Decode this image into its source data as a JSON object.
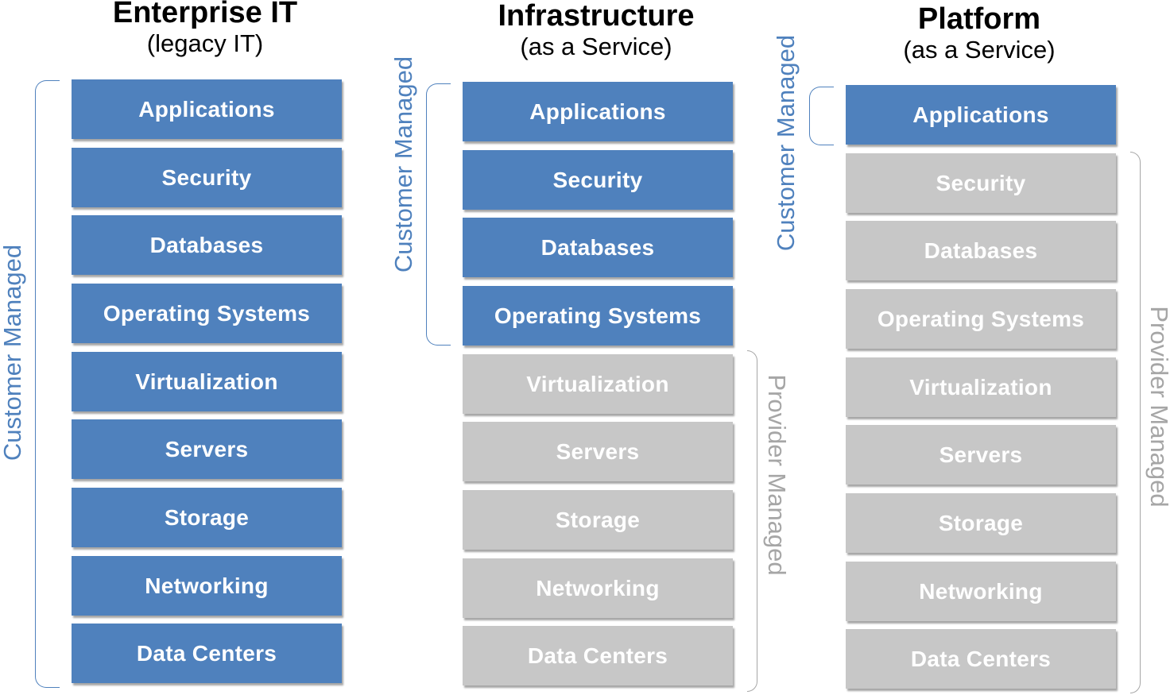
{
  "columns": [
    {
      "title": "Enterprise IT",
      "subtitle": "(legacy IT)",
      "customer_label": "Customer Managed",
      "provider_label": "",
      "layers": [
        {
          "label": "Applications",
          "managed_by": "customer"
        },
        {
          "label": "Security",
          "managed_by": "customer"
        },
        {
          "label": "Databases",
          "managed_by": "customer"
        },
        {
          "label": "Operating Systems",
          "managed_by": "customer"
        },
        {
          "label": "Virtualization",
          "managed_by": "customer"
        },
        {
          "label": "Servers",
          "managed_by": "customer"
        },
        {
          "label": "Storage",
          "managed_by": "customer"
        },
        {
          "label": "Networking",
          "managed_by": "customer"
        },
        {
          "label": "Data Centers",
          "managed_by": "customer"
        }
      ]
    },
    {
      "title": "Infrastructure",
      "subtitle": "(as a Service)",
      "customer_label": "Customer Managed",
      "provider_label": "Provider Managed",
      "layers": [
        {
          "label": "Applications",
          "managed_by": "customer"
        },
        {
          "label": "Security",
          "managed_by": "customer"
        },
        {
          "label": "Databases",
          "managed_by": "customer"
        },
        {
          "label": "Operating Systems",
          "managed_by": "customer"
        },
        {
          "label": "Virtualization",
          "managed_by": "provider"
        },
        {
          "label": "Servers",
          "managed_by": "provider"
        },
        {
          "label": "Storage",
          "managed_by": "provider"
        },
        {
          "label": "Networking",
          "managed_by": "provider"
        },
        {
          "label": "Data Centers",
          "managed_by": "provider"
        }
      ]
    },
    {
      "title": "Platform",
      "subtitle": "(as a Service)",
      "customer_label": "Customer Managed",
      "provider_label": "Provider Managed",
      "layers": [
        {
          "label": "Applications",
          "managed_by": "customer"
        },
        {
          "label": "Security",
          "managed_by": "provider"
        },
        {
          "label": "Databases",
          "managed_by": "provider"
        },
        {
          "label": "Operating Systems",
          "managed_by": "provider"
        },
        {
          "label": "Virtualization",
          "managed_by": "provider"
        },
        {
          "label": "Servers",
          "managed_by": "provider"
        },
        {
          "label": "Storage",
          "managed_by": "provider"
        },
        {
          "label": "Networking",
          "managed_by": "provider"
        },
        {
          "label": "Data Centers",
          "managed_by": "provider"
        }
      ]
    }
  ],
  "colors": {
    "customer": "#4f81bd",
    "provider": "#c7c7c7",
    "provider_text": "#a6a6a6"
  }
}
